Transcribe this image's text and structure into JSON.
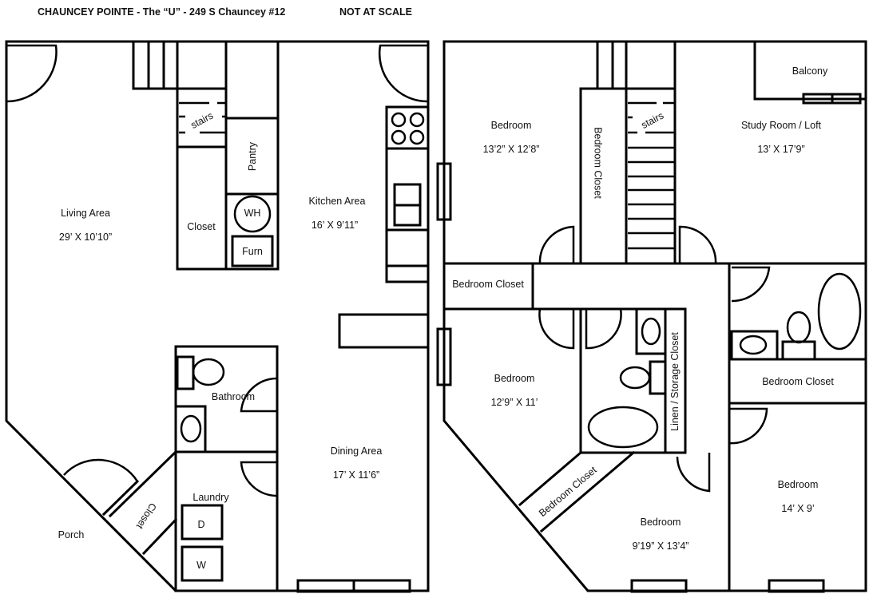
{
  "header": {
    "title": "CHAUNCEY POINTE - The “U” - 249 S Chauncey #12",
    "scale_note": "NOT AT SCALE"
  },
  "first_floor": {
    "living": {
      "name": "Living Area",
      "size": "29’ X 10’10”"
    },
    "kitchen": {
      "name": "Kitchen Area",
      "size": "16’ X 9’11”"
    },
    "dining": {
      "name": "Dining Area",
      "size": "17’ X 11’6”"
    },
    "stairs": "stairs",
    "pantry": "Pantry",
    "closet": "Closet",
    "water_heater": "WH",
    "furnace": "Furn",
    "bathroom": "Bathroom",
    "laundry": "Laundry",
    "dryer": "D",
    "washer": "W",
    "porch_closet": "Closet",
    "porch": "Porch"
  },
  "second_floor": {
    "bedroom_nw": {
      "name": "Bedroom",
      "size": "13’2” X 12’8”"
    },
    "bedroom_closet_vertical": "Bedroom Closet",
    "stairs": "stairs",
    "balcony": "Balcony",
    "study": {
      "name": "Study Room / Loft",
      "size": "13’ X 17’9”"
    },
    "bedroom_closet_west": "Bedroom Closet",
    "bedroom_w": {
      "name": "Bedroom",
      "size": "12’9” X 11’"
    },
    "linen_closet": "Linen / Storage Closet",
    "bedroom_closet_east": "Bedroom Closet",
    "bedroom_closet_diagonal": "Bedroom Closet",
    "bedroom_s": {
      "name": "Bedroom",
      "size": "9’19” X 13’4”"
    },
    "bedroom_se": {
      "name": "Bedroom",
      "size": "14’ X 9’"
    }
  }
}
